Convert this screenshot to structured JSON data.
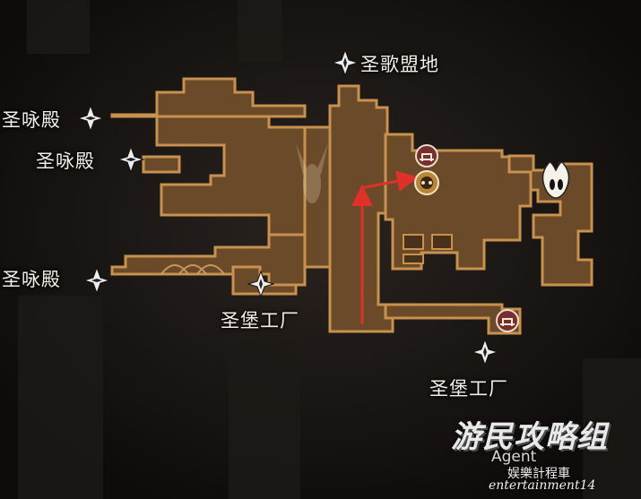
{
  "map": {
    "labels": {
      "top": "圣歌盟地",
      "left_1": "圣咏殿",
      "left_2": "圣咏殿",
      "left_3": "圣咏殿",
      "bottom_mid": "圣堡工厂",
      "bottom_right": "圣堡工厂"
    },
    "icons": {
      "transition": "compass-star-icon",
      "bench": "bench-icon",
      "station": "station-pin-icon",
      "player": "player-mask-icon",
      "route": "red-arrow"
    },
    "colors": {
      "background": "#141210",
      "room_fill": "#6b4a2a",
      "room_border": "#c8924e",
      "route_arrow": "#e0302a",
      "label_text": "#f2efe8"
    }
  },
  "watermark": {
    "logo": "游民攻略组",
    "agent": "Agent",
    "ent_cn": "娱樂計程車",
    "ent_en": "entertainment14"
  }
}
